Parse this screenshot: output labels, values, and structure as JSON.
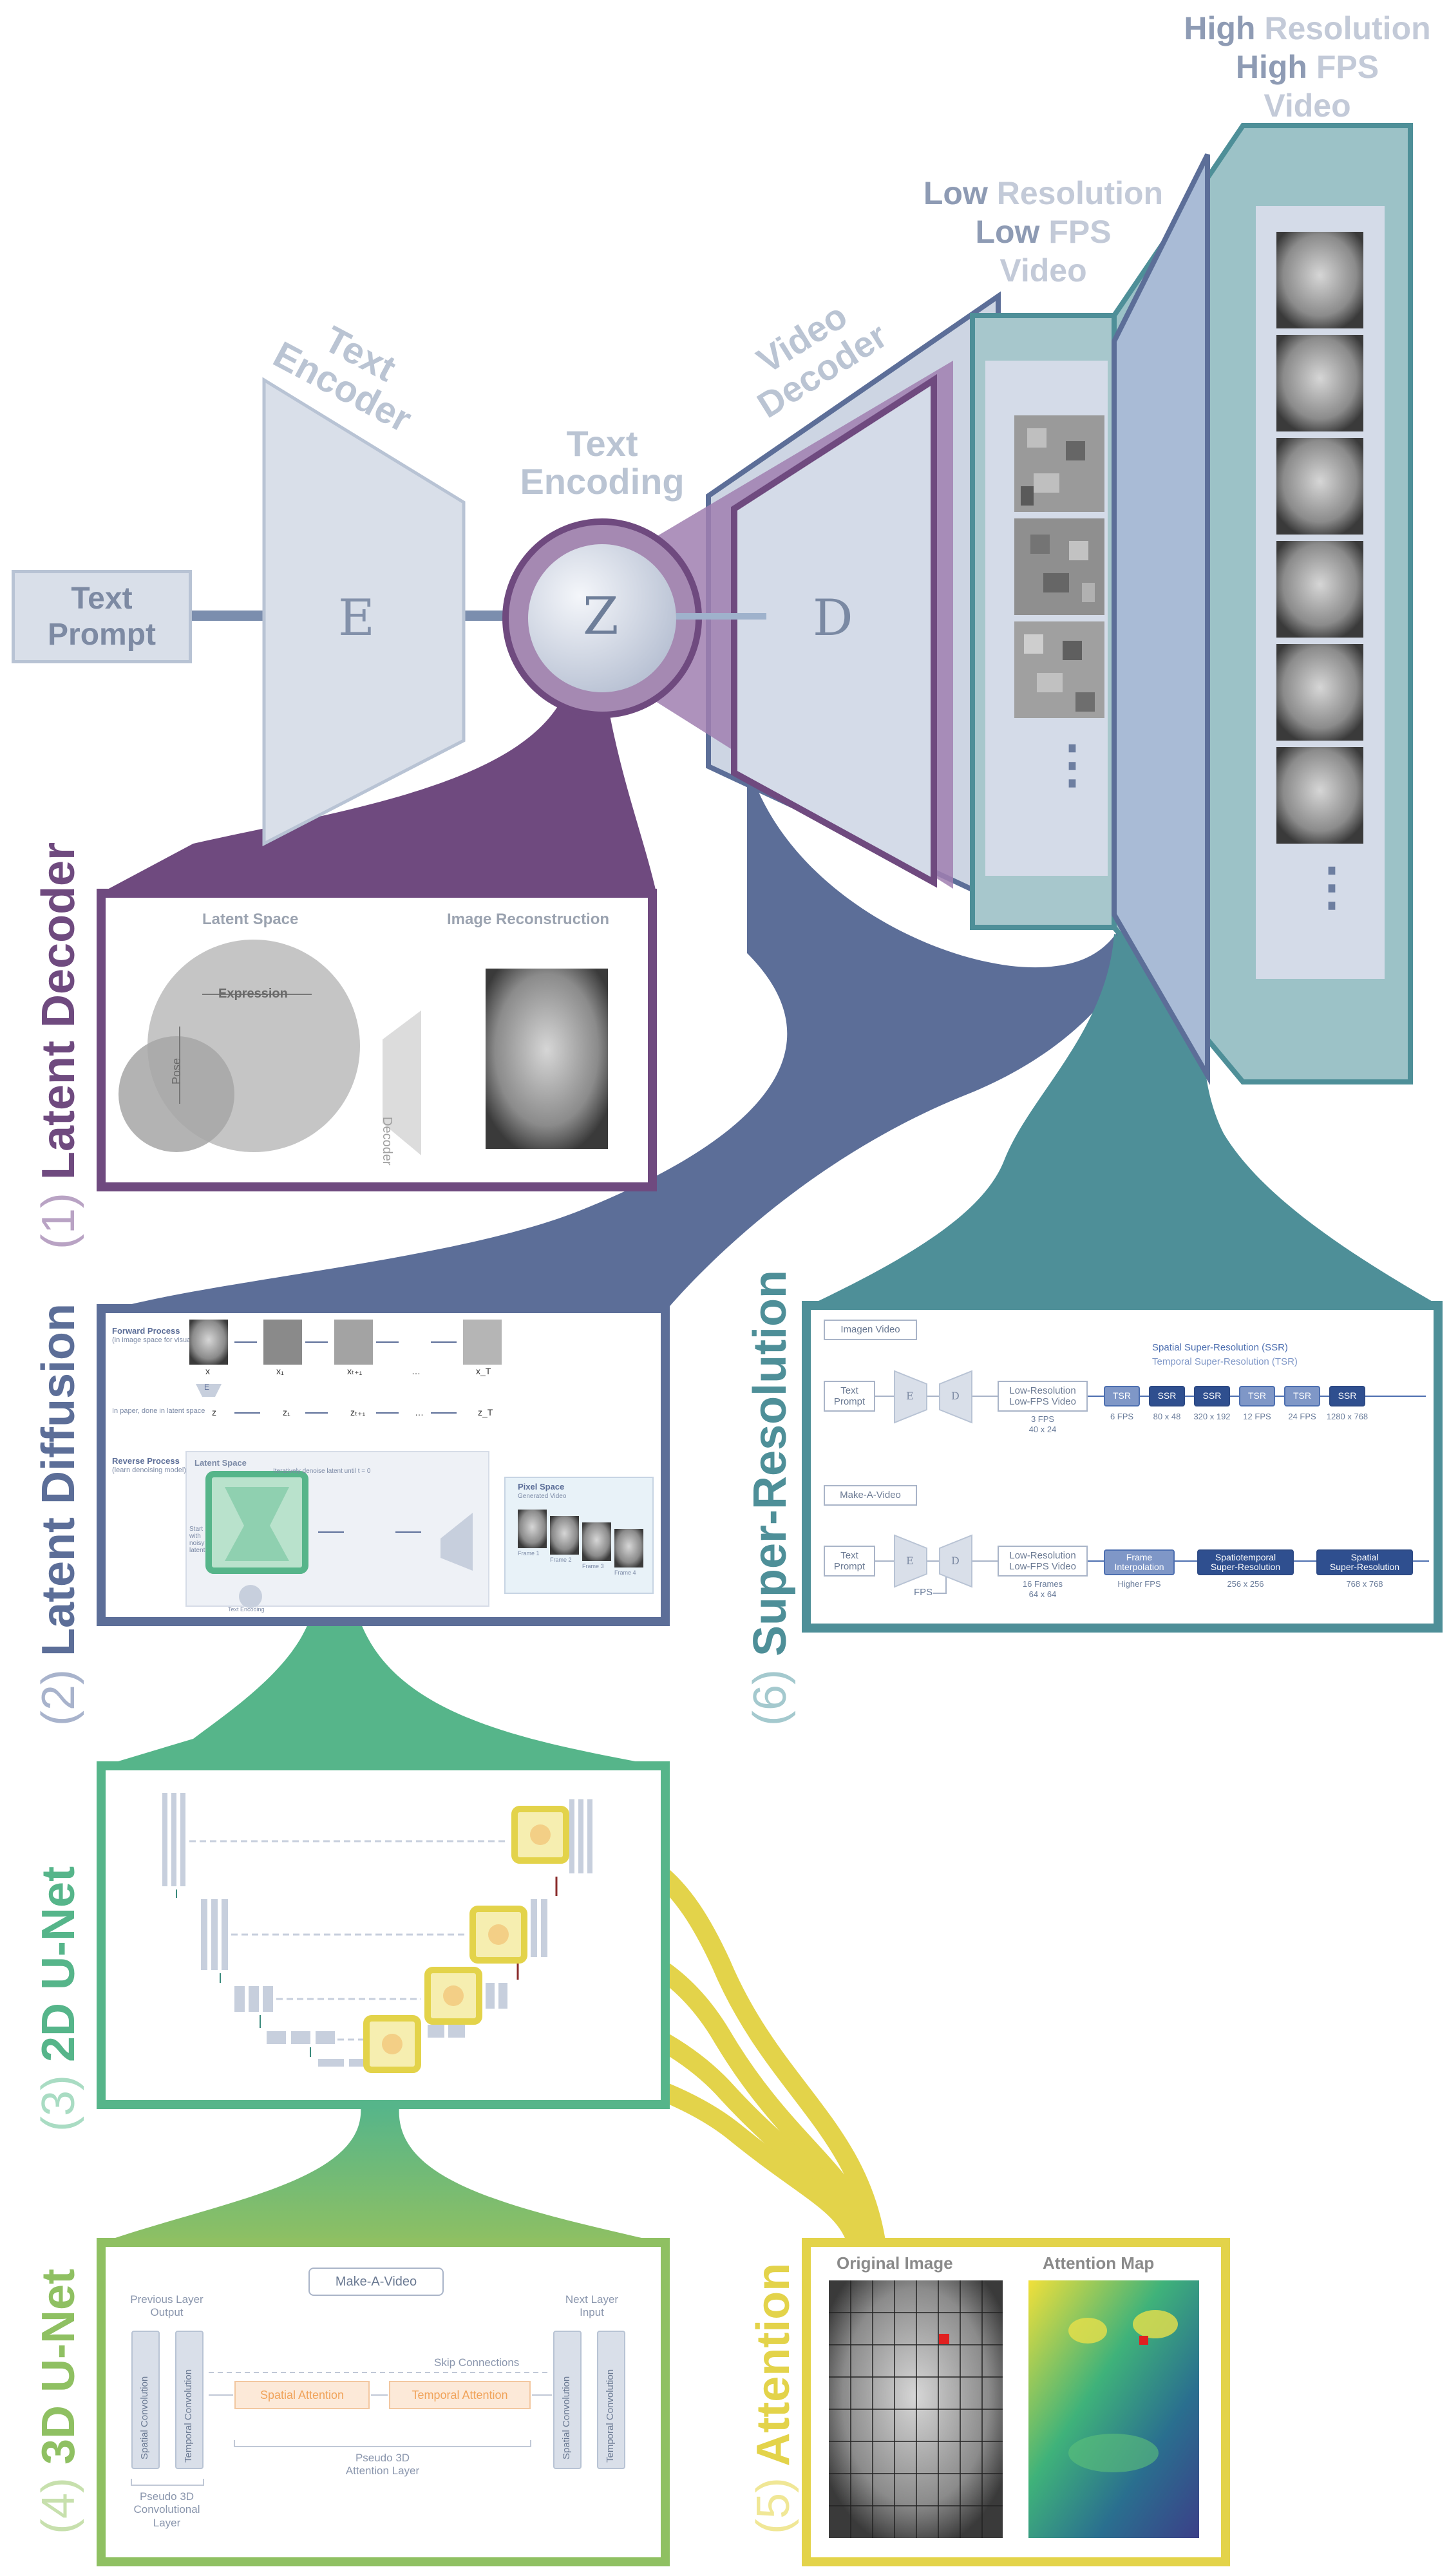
{
  "top": {
    "text_prompt": [
      "Text",
      "Prompt"
    ],
    "text_encoder_title": [
      "Text",
      "Encoder"
    ],
    "encoder_letter": "E",
    "text_encoding_title": [
      "Text",
      "Encoding"
    ],
    "z_letter": "Z",
    "video_decoder_title": [
      "Video",
      "Decoder"
    ],
    "decoder_letter": "D",
    "low_res_title": {
      "line1_a": "Low",
      "line1_b": " Resolution",
      "line2_a": "Low",
      "line2_b": " FPS",
      "line3": "Video"
    },
    "high_res_title": {
      "line1_a": "High",
      "line1_b": " Resolution",
      "line2_a": "High",
      "line2_b": " FPS",
      "line3": "Video"
    },
    "ellipsis": "⋮"
  },
  "latent_decoder": {
    "label_num": "(1)",
    "label_text": "Latent Decoder",
    "latent_space": "Latent Space",
    "image_reconstruction": "Image Reconstruction",
    "expression": "Expression",
    "pose": "Pose",
    "decoder": "Decoder"
  },
  "latent_diffusion": {
    "label_num": "(2)",
    "label_text": "Latent Diffusion",
    "forward_process": "Forward Process",
    "forward_sub": "(in image space for visualization)",
    "in_paper": "In paper, done in latent space",
    "reverse_process": "Reverse Process",
    "reverse_sub": "(learn denoising model)",
    "latent_space": "Latent Space",
    "iter_note": "Iteratively denoise latent until t = 0",
    "start_note": "Start with noisy latent",
    "text_encoding": "Text Encoding",
    "pixel_space": "Pixel Space",
    "generated_video": "Generated Video",
    "x_labels": [
      "x",
      "x₁",
      "xₜ₊₁",
      "…",
      "x_T"
    ],
    "z_labels": [
      "z",
      "z₁",
      "zₜ₊₁",
      "…",
      "z_T"
    ],
    "frames": [
      "Frame 1",
      "Frame 2",
      "Frame 3",
      "Frame 4"
    ],
    "e_letter": "E"
  },
  "unet2d": {
    "label_num": "(3)",
    "label_text": "2D U-Net"
  },
  "unet3d": {
    "label_num": "(4)",
    "label_text": "3D U-Net",
    "make_a_video": "Make-A-Video",
    "prev_layer": [
      "Previous Layer",
      "Output"
    ],
    "next_layer": [
      "Next Layer",
      "Input"
    ],
    "spatial_conv": "Spatial Convolution",
    "temporal_conv": "Temporal Convolution",
    "spatial_attention": "Spatial Attention",
    "temporal_attention": "Temporal Attention",
    "skip_connections": "Skip Connections",
    "pseudo_attention": [
      "Pseudo 3D",
      "Attention Layer"
    ],
    "pseudo_conv": [
      "Pseudo 3D",
      "Convolutional",
      "Layer"
    ]
  },
  "attention": {
    "label_num": "(5)",
    "label_text": "Attention",
    "original_image": "Original Image",
    "attention_map": "Attention Map"
  },
  "super_resolution": {
    "label_num": "(6)",
    "label_text": "Super-Resolution",
    "imagen_video": "Imagen Video",
    "ssr_legend": "Spatial Super-Resolution (SSR)",
    "tsr_legend": "Temporal Super-Resolution (TSR)",
    "text_prompt": [
      "Text",
      "Prompt"
    ],
    "e": "E",
    "d": "D",
    "lowres_box": [
      "Low-Resolution",
      "Low-FPS Video"
    ],
    "imagen_lowres_sub": [
      "3 FPS",
      "40 x 24"
    ],
    "chain": [
      {
        "label": "TSR",
        "sub": "6 FPS"
      },
      {
        "label": "SSR",
        "sub": "80 x 48"
      },
      {
        "label": "SSR",
        "sub": "320 x 192"
      },
      {
        "label": "TSR",
        "sub": "12 FPS"
      },
      {
        "label": "TSR",
        "sub": "24 FPS"
      },
      {
        "label": "SSR",
        "sub": "1280 x 768"
      }
    ],
    "make_a_video": "Make-A-Video",
    "fps": "FPS",
    "mav_lowres_sub": [
      "16 Frames",
      "64 x 64"
    ],
    "mav_chain": [
      {
        "label": [
          "Frame",
          "Interpolation"
        ],
        "sub": "Higher FPS"
      },
      {
        "label": [
          "Spatiotemporal",
          "Super-Resolution"
        ],
        "sub": "256 x 256"
      },
      {
        "label": [
          "Spatial",
          "Super-Resolution"
        ],
        "sub": "768 x 768"
      }
    ]
  },
  "colors": {
    "purple": "#6f4a7f",
    "slate": "#5c6e98",
    "teal": "#4e8f98",
    "green": "#56b58a",
    "lime": "#8fc062",
    "yellow": "#e3d34a",
    "gray_blue": "#bcc6d6"
  }
}
